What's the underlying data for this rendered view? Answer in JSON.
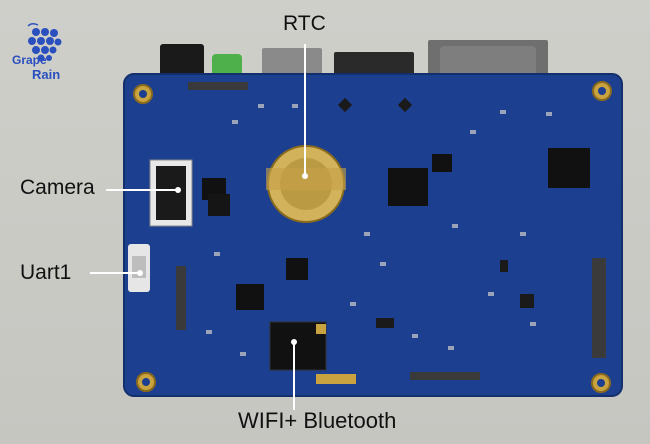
{
  "logo": {
    "line1": "Grape",
    "line2": "Rain",
    "color": "#2a4fbf"
  },
  "labels": {
    "rtc": "RTC",
    "camera": "Camera",
    "uart": "Uart1",
    "wifi": "WIFI+ Bluetooth"
  },
  "colors": {
    "background": "#c9c9c4",
    "pcb": "#1d3f8f",
    "label_line": "#ffffff"
  }
}
